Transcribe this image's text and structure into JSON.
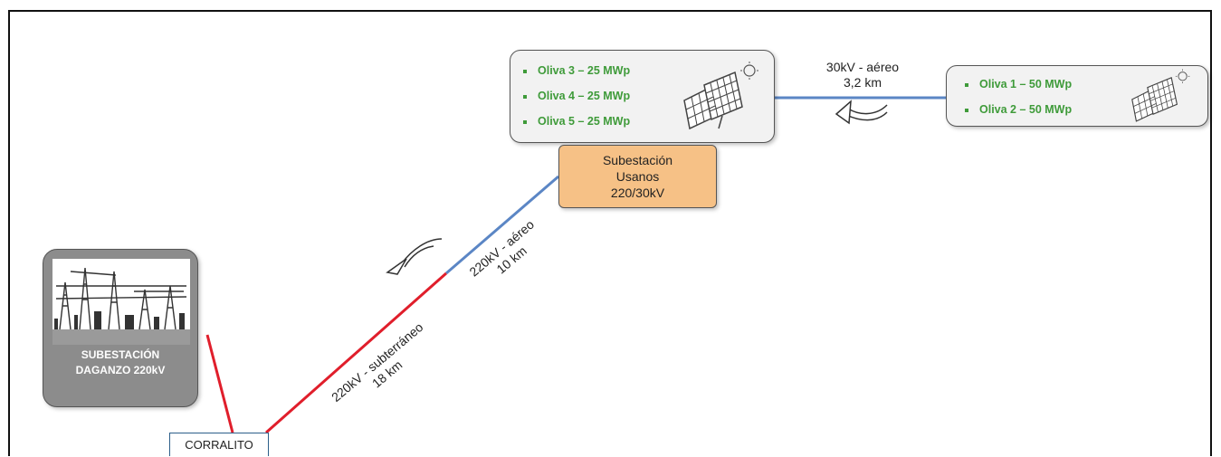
{
  "plant_group_a": {
    "items": [
      {
        "label": "Oliva 3  – 25 MWp"
      },
      {
        "label": "Oliva 4  – 25 MWp"
      },
      {
        "label": "Oliva 5  – 25 MWp"
      }
    ]
  },
  "plant_group_b": {
    "items": [
      {
        "label": "Oliva 1  – 50 MWp"
      },
      {
        "label": "Oliva 2  – 50 MWp"
      }
    ]
  },
  "line_30kv": {
    "line1": "30kV - aéreo",
    "line2": "3,2 km"
  },
  "substation_usanos": {
    "line1": "Subestación",
    "line2": "Usanos",
    "line3": "220/30kV"
  },
  "line_220_aereo": {
    "line1": "220kV - aéreo",
    "line2": "10 km"
  },
  "line_220_sub": {
    "line1": "220kV - subterráneo",
    "line2": "18 km"
  },
  "substation_daganzo": {
    "line1": "SUBESTACIÓN",
    "line2": "DAGANZO 220kV"
  },
  "corralito": {
    "label": "CORRALITO"
  },
  "colors": {
    "overhead_line": "#5b86c5",
    "underground_line": "#e01e2b",
    "plant_text": "#3f9b3a",
    "substation_fill": "#f6c186",
    "daganzo_fill": "#8c8c8c"
  }
}
